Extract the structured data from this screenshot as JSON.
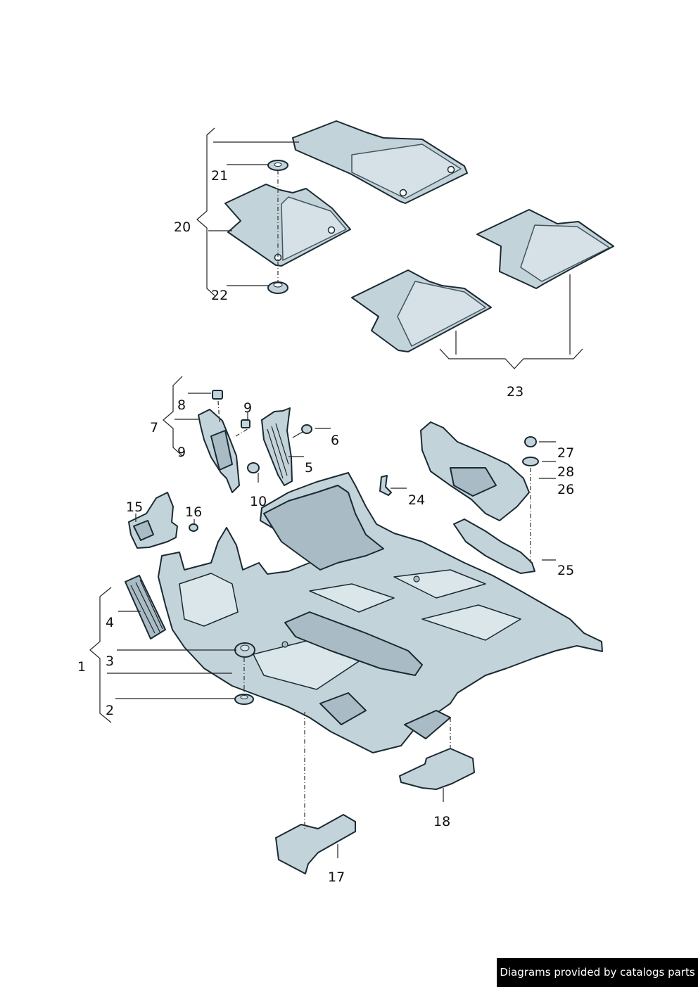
{
  "callouts": {
    "c1": "1",
    "c2": "2",
    "c3": "3",
    "c4": "4",
    "c5": "5",
    "c6": "6",
    "c7": "7",
    "c8": "8",
    "c9a": "9",
    "c9b": "9",
    "c10": "10",
    "c15": "15",
    "c16": "16",
    "c17": "17",
    "c18": "18",
    "c20": "20",
    "c21": "21",
    "c22": "22",
    "c23": "23",
    "c24": "24",
    "c25": "25",
    "c26": "26",
    "c27": "27",
    "c28": "28"
  },
  "footer": {
    "credit": "Diagrams provided by catalogs parts"
  },
  "colors": {
    "part_fill": "#c3d3da",
    "outline": "#1b2a32",
    "footer_bg": "#000000"
  }
}
